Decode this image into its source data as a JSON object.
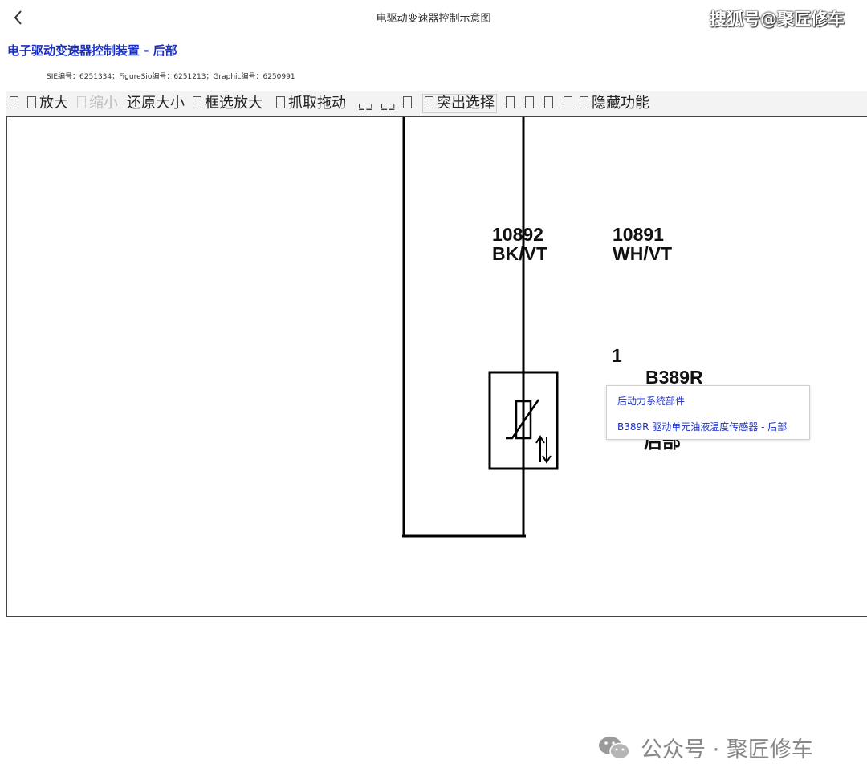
{
  "header": {
    "back_icon": "chevron-left-icon",
    "title": "电驱动变速器控制示意图",
    "watermark": "搜狐号@聚匠修车"
  },
  "diagram": {
    "title": "电子驱动变速器控制装置 - 后部",
    "ids": "SIE编号：6251334；FigureSio编号：6251213；Graphic编号：6250991"
  },
  "toolbar": {
    "zoom_in": "放大",
    "zoom_out": "缩小",
    "restore": "还原大小",
    "box_zoom": "框选放大",
    "pan": "抓取拖动",
    "highlight": "突出选择",
    "hide": "隐藏功能"
  },
  "wires": {
    "left_number": "10892",
    "left_color": "BK/VT",
    "right_number": "10891",
    "right_color": "WH/VT"
  },
  "component": {
    "pin": "1",
    "code": "B389R",
    "partial_label": "后部"
  },
  "popup": {
    "item1": "后动力系统部件",
    "item2": "B389R 驱动单元油液温度传感器 - 后部"
  },
  "watermark_bottom": {
    "text": "公众号 · 聚匠修车",
    "icon": "wechat-icon"
  }
}
